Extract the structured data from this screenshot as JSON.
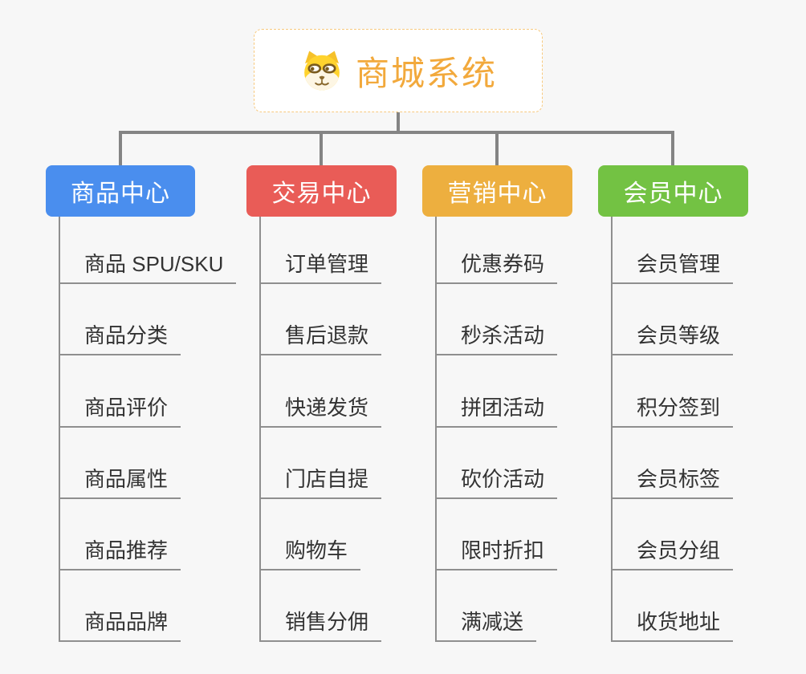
{
  "root": {
    "title": "商城系统",
    "icon": "dog-face-icon"
  },
  "branches": [
    {
      "label": "商品中心",
      "color": "#4a8eee",
      "children": [
        "商品 SPU/SKU",
        "商品分类",
        "商品评价",
        "商品属性",
        "商品推荐",
        "商品品牌"
      ]
    },
    {
      "label": "交易中心",
      "color": "#e95c57",
      "children": [
        "订单管理",
        "售后退款",
        "快递发货",
        "门店自提",
        "购物车",
        "销售分佣"
      ]
    },
    {
      "label": "营销中心",
      "color": "#edaf3f",
      "children": [
        "优惠券码",
        "秒杀活动",
        "拼团活动",
        "砍价活动",
        "限时折扣",
        "满减送"
      ]
    },
    {
      "label": "会员中心",
      "color": "#73c243",
      "children": [
        "会员管理",
        "会员等级",
        "积分签到",
        "会员标签",
        "会员分组",
        "收货地址"
      ]
    }
  ],
  "colors": {
    "background": "#f7f7f7",
    "connector": "#848484",
    "leaf_line": "#8f8f8f",
    "leaf_text": "#333333",
    "root_border": "#f7c97e",
    "root_text": "#f2a93c",
    "branch_text": "#ffffff"
  }
}
